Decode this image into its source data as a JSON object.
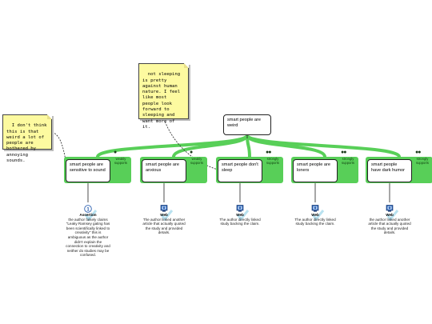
{
  "notes": {
    "left": "I don't think this is that weird a lot of people are bothered by annoying sounds.",
    "top": "not sleeping is pretty against human nature. I feel like most people look forward to sleeping and want more of it."
  },
  "root_claim": "smart people are weird",
  "reasons": [
    {
      "claim": "smart people are sensitive to sound",
      "relation": "weakly supports",
      "dots": "●",
      "source_type": "Assertion",
      "source_icon": "assertion-icon",
      "source_text": "the author falsely claims \"Leaky Ramsey gating has been scientifically linked to creativity\" this is ambiguous as the author didn't explain the connection to creativity and neither do studies may be confused."
    },
    {
      "claim": "smart people are anxious",
      "relation": "weakly supports",
      "dots": "●",
      "source_type": "Web",
      "source_icon": "web-icon",
      "source_text": "The author linked another article that actually quoted the study and provided details."
    },
    {
      "claim": "smart people don't sleep",
      "relation": "strongly supports",
      "dots": "●●",
      "source_type": "Web",
      "source_icon": "web-icon",
      "source_text": "The author directly linked study backing the claim."
    },
    {
      "claim": "smart people are loners",
      "relation": "strongly supports",
      "dots": "●●",
      "source_type": "Web",
      "source_icon": "web-icon",
      "source_text": "The author directly linked study backing the claim."
    },
    {
      "claim": "smart people have dark humor",
      "relation": "strongly supports",
      "dots": "●●",
      "source_type": "Web",
      "source_icon": "web-icon",
      "source_text": "the author linked another article that actually quoted the study and provided details."
    }
  ],
  "colors": {
    "support": "#58cf58",
    "note": "#fdfaa0",
    "web_icon": "#2a5fb0",
    "check": "#9bd6ea"
  }
}
